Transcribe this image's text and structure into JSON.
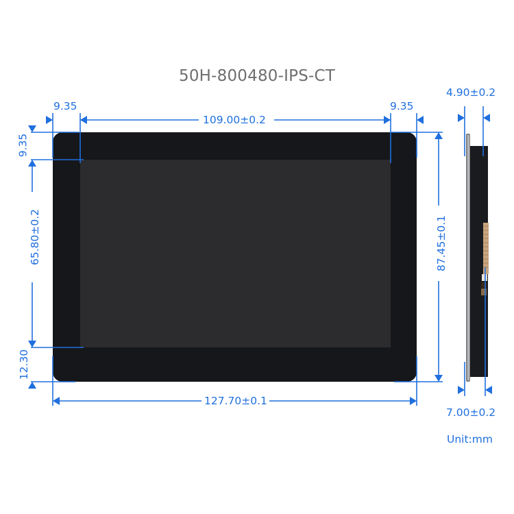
{
  "title": "50H-800480-IPS-CT",
  "unit_label": "Unit:mm",
  "colors": {
    "dimension_line": "#1f6fde",
    "bezel": "#16171b",
    "active_area": "#2c2b2d",
    "title_text": "#6e6e6e"
  },
  "front_view": {
    "dimensions": {
      "top_left_border": "9.35",
      "active_width": "109.00±0.2",
      "top_right_border": "9.35",
      "top_border": "9.35",
      "active_height": "65.80±0.2",
      "bottom_border": "12.30",
      "overall_width": "127.70±0.1",
      "overall_height": "87.45±0.1"
    }
  },
  "side_view": {
    "dimensions": {
      "glass_thickness": "4.90±0.2",
      "total_thickness": "7.00±0.2"
    }
  }
}
